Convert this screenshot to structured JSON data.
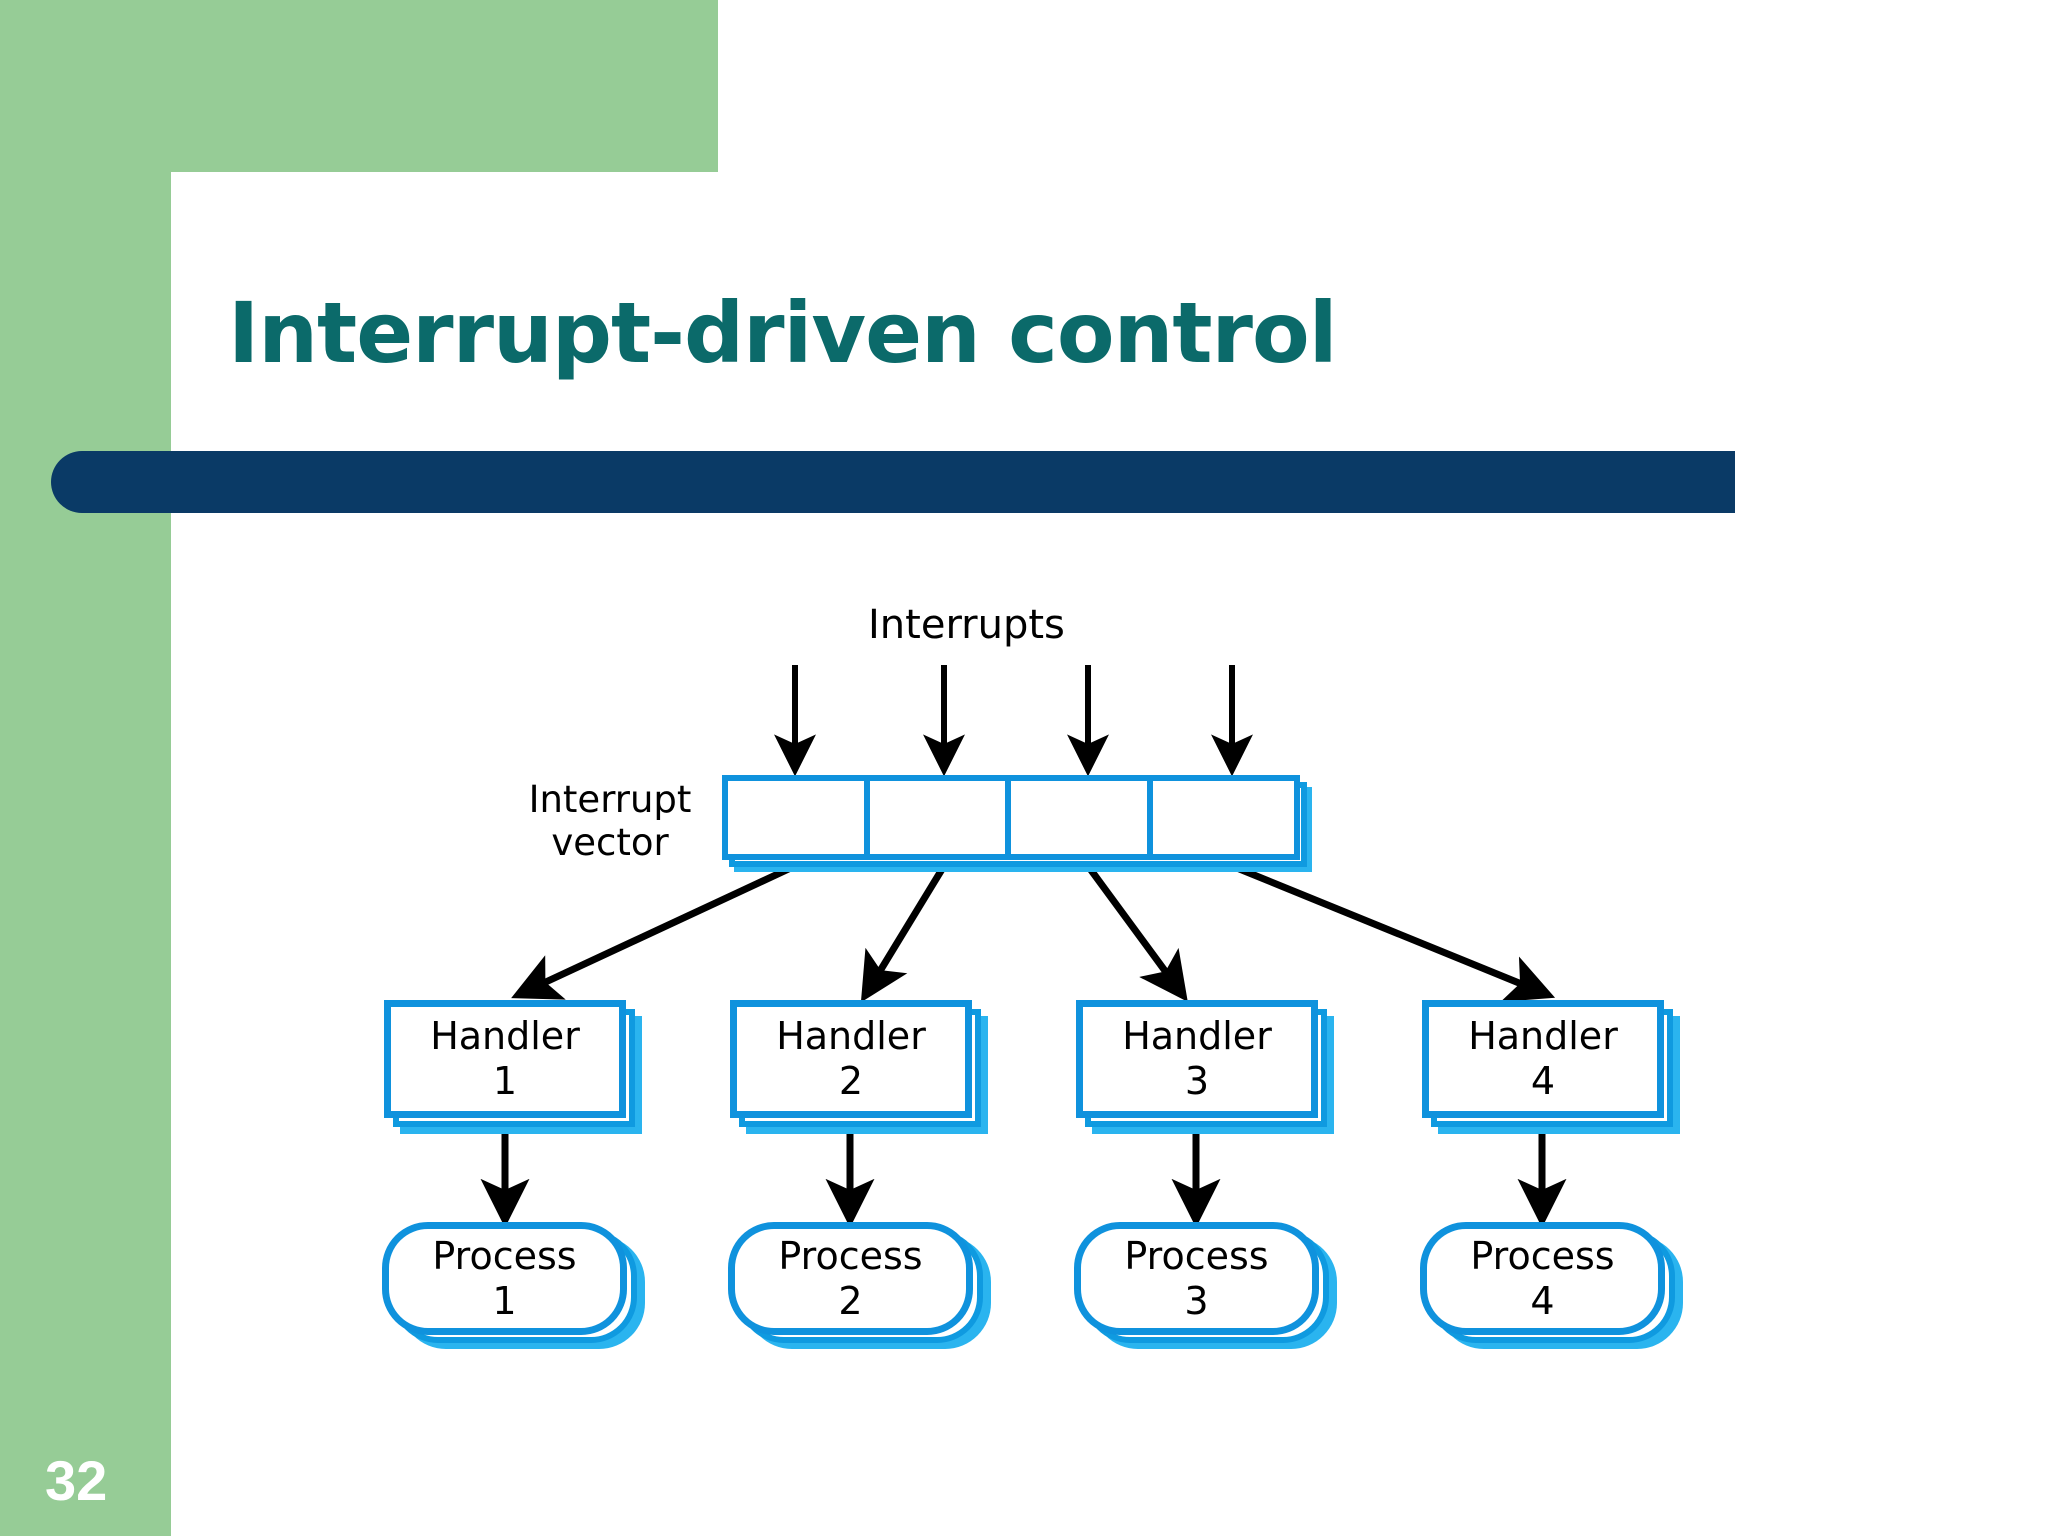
{
  "slide": {
    "title": "Interrupt-driven control",
    "page_number": "32",
    "accent_green": "#96cc96",
    "accent_teal": "#0b6a6a",
    "accent_navy": "#0a3a66",
    "accent_blue": "#0f92dd",
    "accent_blue_light": "#2ab4ef"
  },
  "diagram": {
    "interrupts_label": "Interrupts",
    "vector_label": "Interrupt vector",
    "vector_cells": [
      "",
      "",
      "",
      ""
    ],
    "handlers": [
      {
        "line1": "Handler",
        "line2": "1"
      },
      {
        "line1": "Handler",
        "line2": "2"
      },
      {
        "line1": "Handler",
        "line2": "3"
      },
      {
        "line1": "Handler",
        "line2": "4"
      }
    ],
    "processes": [
      {
        "line1": "Process",
        "line2": "1"
      },
      {
        "line1": "Process",
        "line2": "2"
      },
      {
        "line1": "Process",
        "line2": "3"
      },
      {
        "line1": "Process",
        "line2": "4"
      }
    ]
  }
}
